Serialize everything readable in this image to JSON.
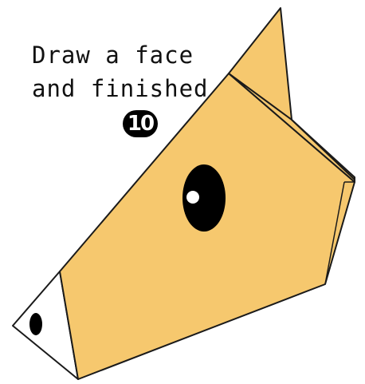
{
  "instruction": {
    "line1": "Draw a face",
    "line2": "and finished"
  },
  "step": {
    "number": "10"
  },
  "colors": {
    "paper_face": "#F6C86E",
    "paper_underside": "#FFFFFF",
    "outline": "#1A1A1A",
    "eye": "#000000",
    "eye_highlight": "#FFFFFF"
  }
}
